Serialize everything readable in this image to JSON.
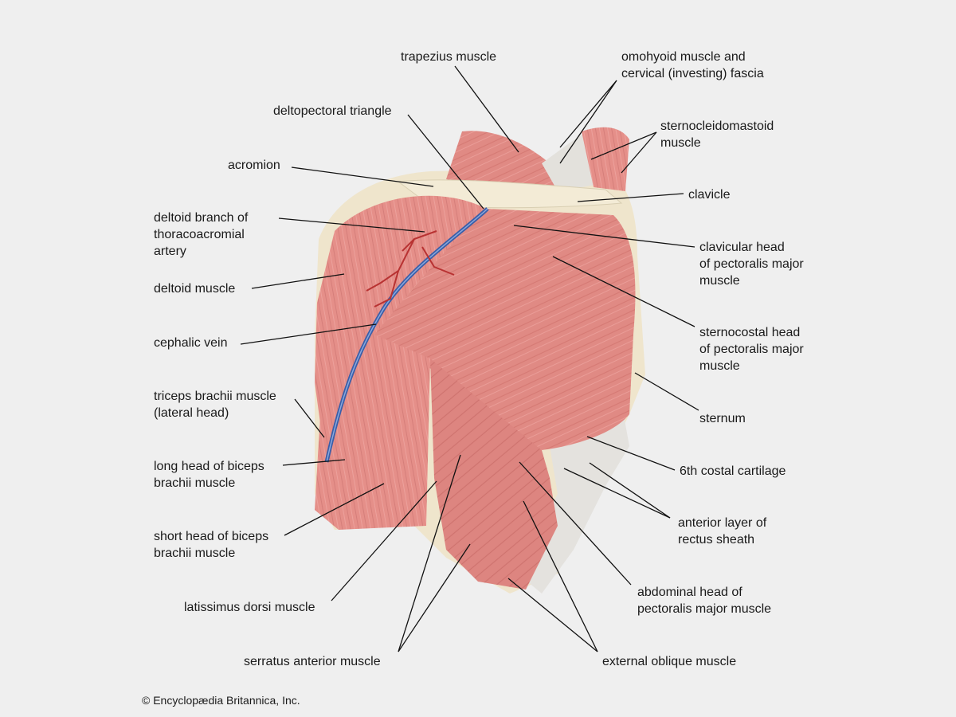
{
  "labels": {
    "trapezius": "trapezius muscle",
    "omohyoid_1": "omohyoid muscle and",
    "omohyoid_2": "cervical (investing) fascia",
    "deltopectoral": "deltopectoral triangle",
    "scm_1": "sternocleidomastoid",
    "scm_2": "muscle",
    "acromion": "acromion",
    "clavicle": "clavicle",
    "deltoid_branch_1": "deltoid branch of",
    "deltoid_branch_2": "thoracoacromial",
    "deltoid_branch_3": "artery",
    "clav_head_1": "clavicular head",
    "clav_head_2": "of pectoralis major",
    "clav_head_3": "muscle",
    "deltoid": "deltoid muscle",
    "cephalic": "cephalic vein",
    "sternocostal_1": "sternocostal head",
    "sternocostal_2": "of pectoralis major",
    "sternocostal_3": "muscle",
    "triceps_1": "triceps brachii muscle",
    "triceps_2": "(lateral head)",
    "sternum": "sternum",
    "long_biceps_1": "long head of biceps",
    "long_biceps_2": "brachii muscle",
    "costal6": "6th costal cartilage",
    "rectus_1": "anterior layer of",
    "rectus_2": "rectus sheath",
    "short_biceps_1": "short head of biceps",
    "short_biceps_2": "brachii muscle",
    "abdominal_1": "abdominal head of",
    "abdominal_2": "pectoralis major muscle",
    "latissimus": "latissimus dorsi muscle",
    "serratus": "serratus anterior muscle",
    "ext_oblique": "external oblique muscle"
  },
  "credit": "© Encyclopædia Britannica, Inc.",
  "colors": {
    "background": "#efefef",
    "muscle": "#e08a84",
    "muscle_dark": "#c86a66",
    "fascia": "#e3e1dc",
    "bone": "#efe5cc",
    "vein": "#4a6fb5",
    "artery": "#b83232",
    "leader_line": "#111111"
  }
}
